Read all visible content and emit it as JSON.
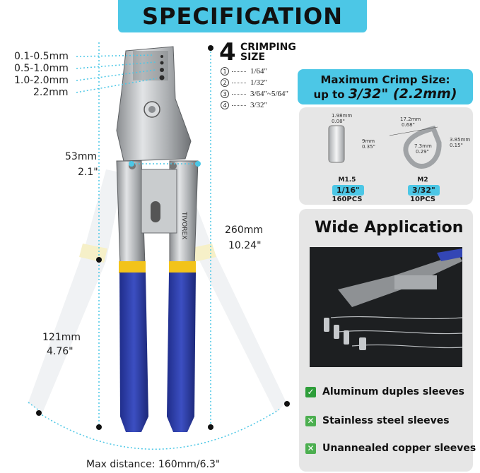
{
  "header": {
    "title": "SPECIFICATION"
  },
  "sizes": [
    "0.1-0.5mm",
    "0.5-1.0mm",
    "1.0-2.0mm",
    "2.2mm"
  ],
  "crimping": {
    "count": "4",
    "word1": "CRIMPING",
    "word2": "SIZE",
    "rows": [
      {
        "num": "1",
        "value": "1/64\""
      },
      {
        "num": "2",
        "value": "1/32\""
      },
      {
        "num": "3",
        "value": "3/64\"~5/64\""
      },
      {
        "num": "4",
        "value": "3/32\""
      }
    ]
  },
  "dimensions": {
    "jaw_mm": "53mm",
    "jaw_in": "2.1\"",
    "length_mm": "260mm",
    "length_in": "10.24\"",
    "handle_mm": "121mm",
    "handle_in": "4.76\"",
    "max_distance": "Max distance: 160mm/6.3\""
  },
  "brand": "TIVOREX",
  "max_crimp": {
    "line1": "Maximum Crimp Size:",
    "line2_prefix": "up to ",
    "line2_value": "3/32\"",
    "line2_suffix": " (2.2mm)"
  },
  "sleeve": {
    "d_mm": "1.98mm",
    "d_in": "0.08\"",
    "h_mm": "9mm",
    "h_in": "0.35\"",
    "model": "M1.5",
    "size": "1/16\"",
    "pcs": "160PCS"
  },
  "thimble": {
    "w_mm": "17.2mm",
    "w_in": "0.68\"",
    "t_mm": "3.85mm",
    "t_in": "0.15\"",
    "i_mm": "7.3mm",
    "i_in": "0.29\"",
    "model": "M2",
    "size": "3/32\"",
    "pcs": "10PCS"
  },
  "application": {
    "title": "Wide Application",
    "items": [
      {
        "label": "Aluminum duples sleeves",
        "icon": "check-icon",
        "color": "#2e9e3a"
      },
      {
        "label": "Stainless steel sleeves",
        "icon": "cross-icon",
        "color": "#4caf50"
      },
      {
        "label": "Unannealed copper sleeves",
        "icon": "cross-icon",
        "color": "#4caf50"
      }
    ]
  },
  "colors": {
    "accent": "#4cc7e6",
    "handle_blue": "#2f3fa8",
    "handle_yellow": "#f2c31a",
    "steel": "#b9bcbf"
  }
}
